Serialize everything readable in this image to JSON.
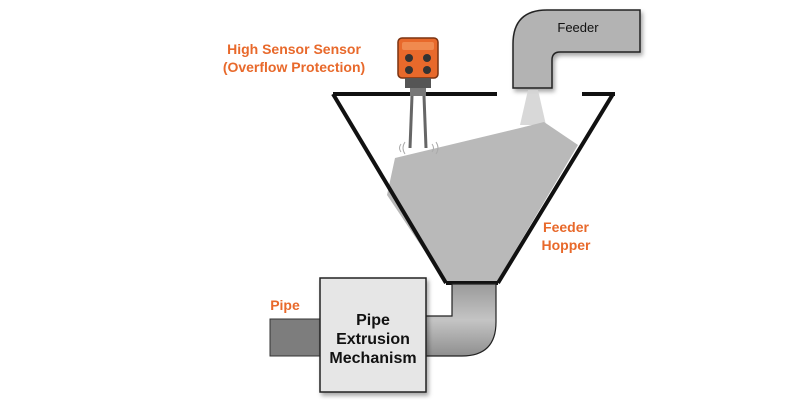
{
  "labels": {
    "feeder": "Feeder",
    "sensor_line1": "High Sensor Sensor",
    "sensor_line2": "(Overflow Protection)",
    "hopper_line1": "Feeder",
    "hopper_line2": "Hopper",
    "pipe": "Pipe",
    "mechanism_line1": "Pipe",
    "mechanism_line2": "Extrusion",
    "mechanism_line3": "Mechanism"
  },
  "colors": {
    "label_accent": "#e8692b",
    "material_fill": "#b9b9b9",
    "box_fill": "#e6e6e6",
    "pipe_fill": "#b5b5b5",
    "sensor_body": "#e8692b"
  }
}
